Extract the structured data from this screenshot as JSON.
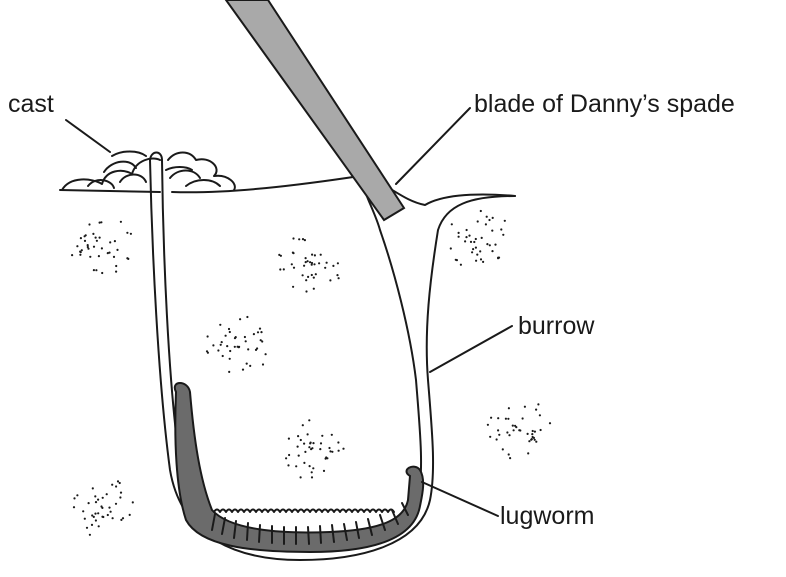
{
  "labels": {
    "cast": "cast",
    "spade": "blade of Danny’s spade",
    "burrow": "burrow",
    "lugworm": "lugworm"
  },
  "colors": {
    "ink": "#1a1a1a",
    "worm": "#6b6b6b",
    "spade": "#a9a9a9"
  }
}
